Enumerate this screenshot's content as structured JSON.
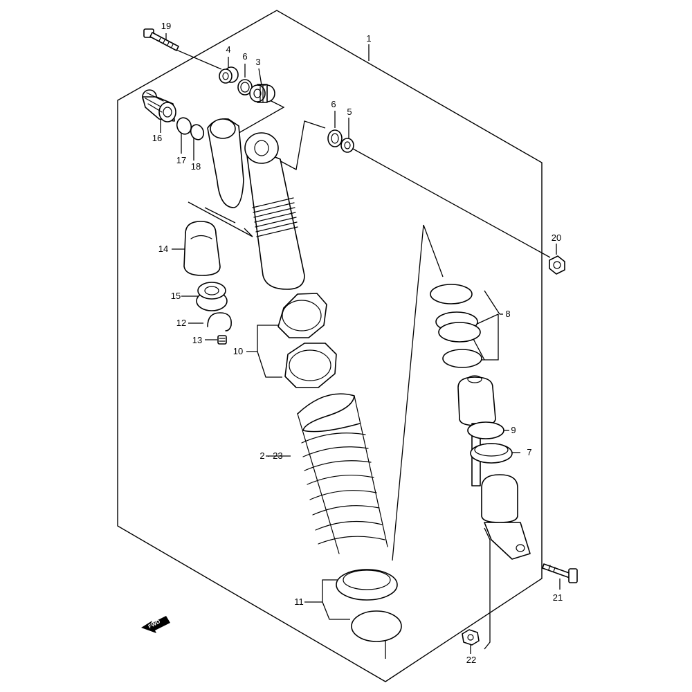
{
  "callouts": {
    "c1": "1",
    "c2_23": "2 · 23",
    "c3": "3",
    "c4": "4",
    "c5": "5",
    "c6a": "6",
    "c6b": "6",
    "c7": "7",
    "c8": "8",
    "c9": "9",
    "c10": "10",
    "c11": "11",
    "c12": "12",
    "c13": "13",
    "c14": "14",
    "c15": "15",
    "c16": "16",
    "c17": "17",
    "c18": "18",
    "c19": "19",
    "c20": "20",
    "c21": "21",
    "c22": "22"
  },
  "fwd_label": "FWD"
}
